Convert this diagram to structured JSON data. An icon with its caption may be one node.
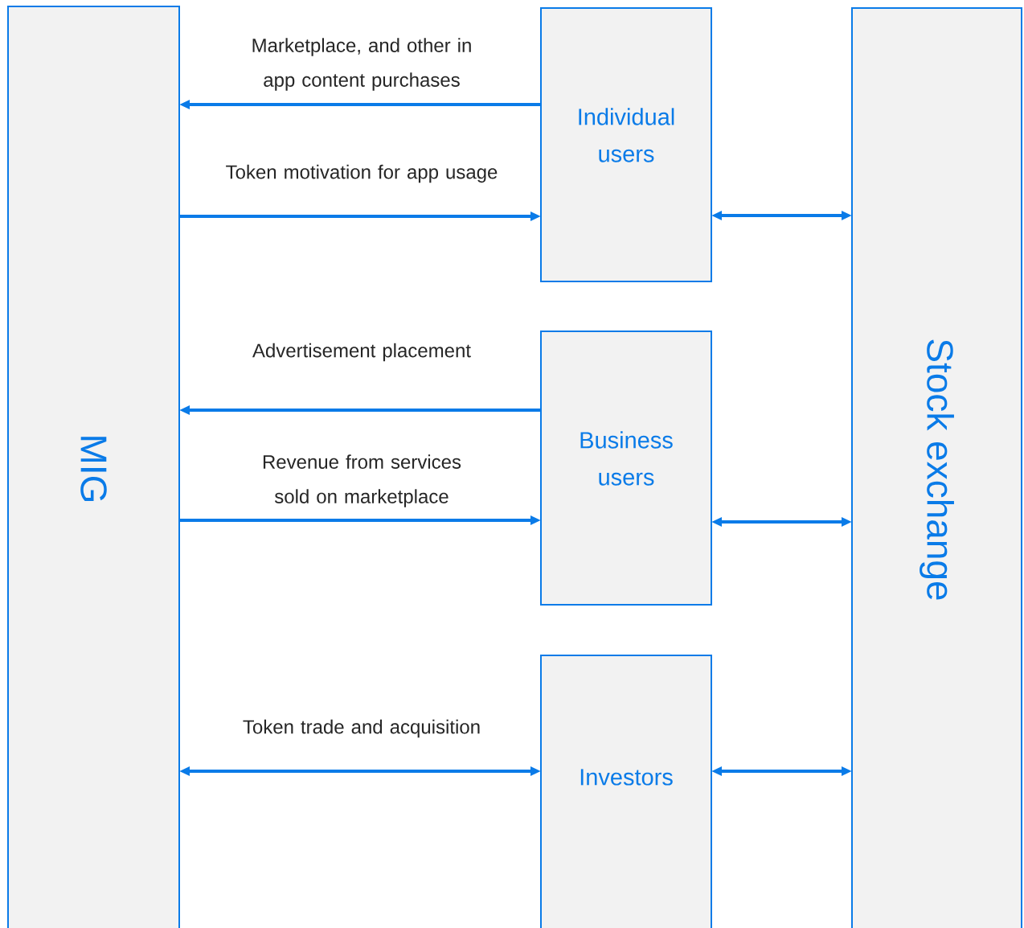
{
  "diagram": {
    "nodes": [
      {
        "text": [
          "MIG"
        ]
      },
      {
        "text": [
          "Individual users"
        ]
      },
      {
        "text": [
          "Business users"
        ]
      },
      {
        "text": [
          "Investors"
        ]
      },
      {
        "text": [
          "Stock exchange"
        ]
      }
    ],
    "edges": [
      {
        "from": 1,
        "to": 0,
        "arrow": "to",
        "label": "Marketplace, and other in app content purchases"
      },
      {
        "from": 0,
        "to": 1,
        "arrow": "to",
        "label": "Token motivation for app usage"
      },
      {
        "from": 2,
        "to": 0,
        "arrow": "to",
        "label": "Advertisement placement"
      },
      {
        "from": 0,
        "to": 2,
        "arrow": "to",
        "label": "Revenue from services sold on marketplace"
      },
      {
        "from": 0,
        "to": 3,
        "arrow": "both",
        "label": "Token trade and acquisition"
      },
      {
        "from": 1,
        "to": 4,
        "arrow": "both"
      },
      {
        "from": 2,
        "to": 4,
        "arrow": "both"
      },
      {
        "from": 3,
        "to": 4,
        "arrow": "both"
      }
    ]
  }
}
